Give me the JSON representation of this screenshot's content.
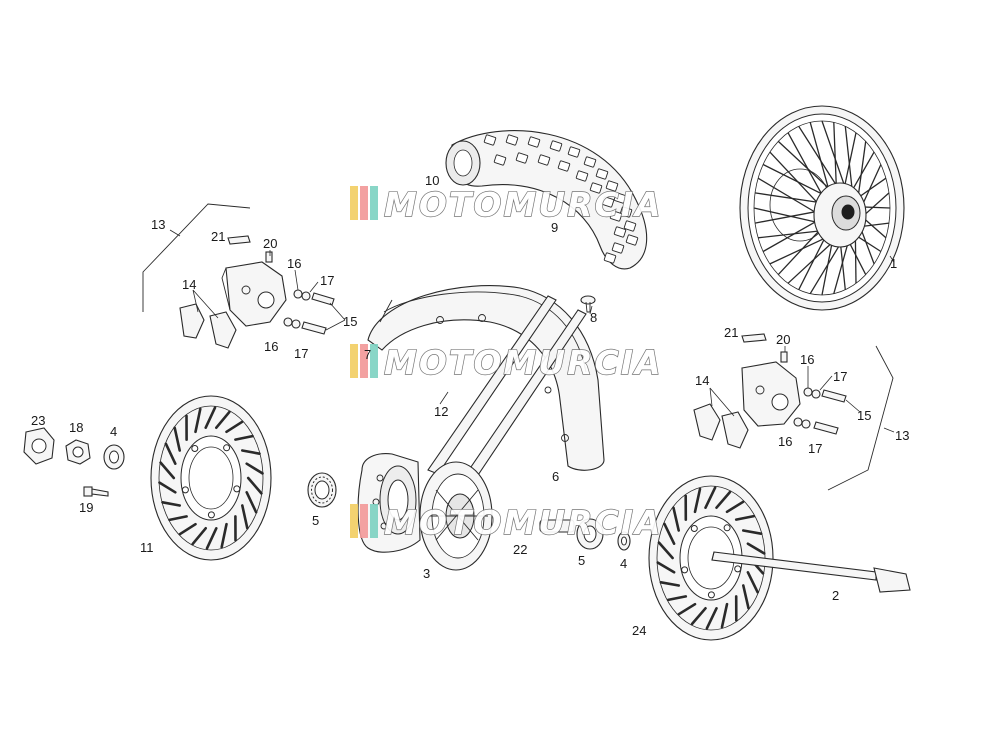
{
  "diagram": {
    "watermark": {
      "text": "MOTOMURCIA",
      "colors": [
        "#f2cf64",
        "#f39a9a",
        "#7fd3c3"
      ]
    },
    "part_labels": {
      "p1": "1",
      "p2": "2",
      "p3": "3",
      "p4a": "4",
      "p4b": "4",
      "p5a": "5",
      "p5b": "5",
      "p6": "6",
      "p7": "7",
      "p8": "8",
      "p9": "9",
      "p10": "10",
      "p11": "11",
      "p12": "12",
      "p13a": "13",
      "p13b": "13",
      "p14a": "14",
      "p14b": "14",
      "p15a": "15",
      "p15b": "15",
      "p16a": "16",
      "p16b": "16",
      "p16c": "16",
      "p16d": "16",
      "p17a": "17",
      "p17b": "17",
      "p17c": "17",
      "p17d": "17",
      "p18": "18",
      "p19": "19",
      "p20a": "20",
      "p20b": "20",
      "p21a": "21",
      "p21b": "21",
      "p22": "22",
      "p23": "23",
      "p24": "24"
    }
  }
}
